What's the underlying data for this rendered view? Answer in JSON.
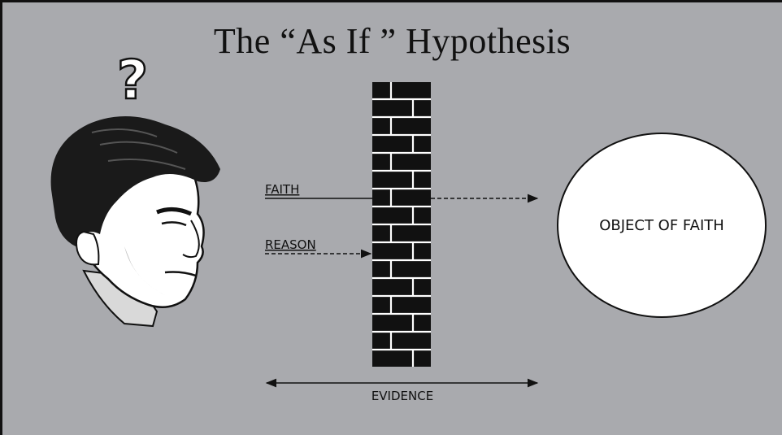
{
  "title": "The “As If ” Hypothesis",
  "question_mark": "?",
  "labels": {
    "faith": "FAITH",
    "reason": "REASON",
    "evidence": "EVIDENCE",
    "object": "OBJECT OF FAITH"
  }
}
